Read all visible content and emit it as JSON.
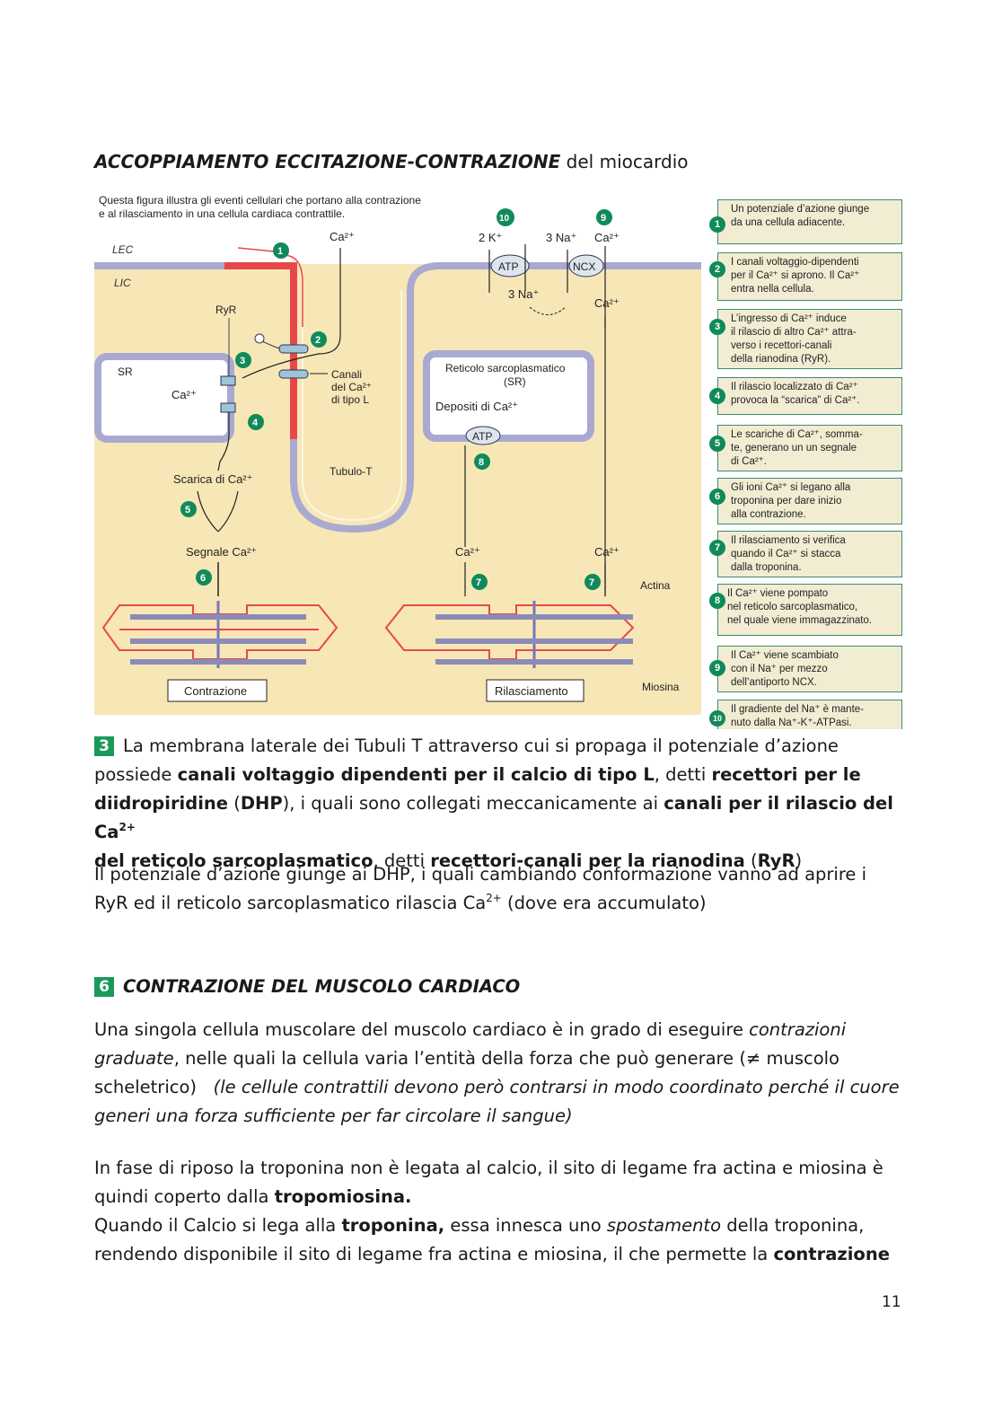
{
  "title": {
    "bold": "ACCOPPIAMENTO ECCITAZIONE-CONTRAZIONE",
    "rest": " del miocardio"
  },
  "figure": {
    "caption_line1": "Questa figura illustra gli eventi cellulari che portano alla contrazione",
    "caption_line2": "e al rilasciamento in una cellula cardiaca contrattile.",
    "lec": "LEC",
    "lic": "LIC",
    "ryr": "RyR",
    "sr": "SR",
    "ca_sr": "Ca²⁺",
    "ca_top": "Ca²⁺",
    "canali_1": "Canali",
    "canali_2": "del Ca²⁺",
    "canali_3": "di tipo L",
    "tubulo": "Tubulo-T",
    "scarica": "Scarica di Ca²⁺",
    "segnale": "Segnale Ca²⁺",
    "reticolo_1": "Reticolo sarcoplasmatico",
    "reticolo_2": "(SR)",
    "depositi": "Depositi di Ca²⁺",
    "atp_sr": "ATP",
    "k_label": "2 K⁺",
    "na3_label": "3 Na⁺",
    "ca_ncx": "Ca²⁺",
    "atp_pump": "ATP",
    "ncx": "NCX",
    "na3_in": "3 Na⁺",
    "ca_right": "Ca²⁺",
    "ca_release_left": "Ca²⁺",
    "ca_release_right": "Ca²⁺",
    "actina": "Actina",
    "miosina": "Miosina",
    "contrazione": "Contrazione",
    "rilasciamento": "Rilasciamento",
    "markers": [
      "1",
      "2",
      "3",
      "4",
      "5",
      "6",
      "7",
      "7",
      "8",
      "9",
      "10"
    ]
  },
  "legend": [
    {
      "num": "1",
      "lines": [
        "Un potenziale d’azione giunge",
        "da una cellula adiacente."
      ]
    },
    {
      "num": "2",
      "lines": [
        "I canali voltaggio-dipendenti",
        "per il Ca²⁺ si aprono. Il Ca²⁺",
        "entra nella cellula."
      ]
    },
    {
      "num": "3",
      "lines": [
        "L’ingresso di Ca²⁺ induce",
        "il rilascio di altro Ca²⁺ attra-",
        "verso i recettori-canali",
        "della rianodina (RyR)."
      ]
    },
    {
      "num": "4",
      "lines": [
        "Il rilascio localizzato di Ca²⁺",
        "provoca la “scarica” di Ca²⁺."
      ]
    },
    {
      "num": "5",
      "lines": [
        "Le scariche di Ca²⁺, somma-",
        "te, generano un un segnale",
        "di Ca²⁺."
      ]
    },
    {
      "num": "6",
      "lines": [
        "Gli ioni Ca²⁺ si legano alla",
        "troponina per dare inizio",
        "alla contrazione."
      ]
    },
    {
      "num": "7",
      "lines": [
        "Il rilasciamento si verifica",
        "quando il Ca²⁺ si stacca",
        "dalla troponina."
      ]
    },
    {
      "num": "8",
      "lines": [
        "Il Ca²⁺ viene pompato",
        "nel reticolo sarcoplasmatico,",
        "nel quale viene immagazzinato."
      ]
    },
    {
      "num": "9",
      "lines": [
        "Il Ca²⁺ viene scambiato",
        "con il Na⁺ per mezzo",
        "dell’antiporto NCX."
      ]
    },
    {
      "num": "10",
      "lines": [
        "Il gradiente del Na⁺ è mante-",
        "nuto dalla Na⁺-K⁺-ATPasi."
      ]
    }
  ],
  "section3": {
    "num": "3",
    "t1": "La membrana laterale dei Tubuli T attraverso cui si propaga il potenziale d’azione",
    "t2": "possiede ",
    "b1": "canali voltaggio dipendenti per il calcio di tipo L",
    "t3": ", detti ",
    "b2": "recettori per le",
    "b3": "diidropiridine",
    "t4": " (",
    "b4": "DHP",
    "t5": "), i quali sono collegati meccanicamente ai ",
    "b5": "canali per il rilascio del Ca",
    "sup1": "2+",
    "b6": "del reticolo sarcoplasmatico",
    "t6": ", detti ",
    "b7": "recettori-canali per la rianodina",
    "t7": " (",
    "b8": "RyR",
    "t8": ")"
  },
  "para_dhp": {
    "l1": "Il potenziale d’azione giunge ai DHP, i quali cambiando conformazione vanno ad aprire i",
    "l2a": "RyR ed il reticolo sarcoplasmatico rilascia Ca",
    "sup": "2+",
    "l2b": " (dove era accumulato)"
  },
  "section6": {
    "num": "6",
    "heading": "CONTRAZIONE DEL MUSCOLO CARDIACO"
  },
  "para_graded": {
    "l1a": "Una singola cellula muscolare del muscolo cardiaco è in grado di eseguire ",
    "l1i": "contrazioni",
    "l2i": "graduate",
    "l2b": ", nelle quali la cellula varia l’entità della forza che può generare (≠ muscolo",
    "l3a": "scheletrico)   ",
    "l3i": "(le cellule contrattili devono però contrarsi in modo coordinato perché il cuore",
    "l4i": "generi una forza sufficiente per far circolare il sangue)"
  },
  "para_rest": {
    "l1": "In fase di riposo la troponina non è legata al calcio, il sito di legame fra actina e miosina è",
    "l2a": "quindi coperto dalla ",
    "l2b": "tropomiosina.",
    "l3a": "Quando il Calcio si lega alla ",
    "l3b": "troponina,",
    "l3c": " essa innesca uno ",
    "l3i": "spostamento",
    "l3d": " della troponina,",
    "l4a": "rendendo disponibile il sito di legame fra actina e miosina, il che permette la ",
    "l4b": "contrazione"
  },
  "page_number": "11",
  "colors": {
    "membrane": "#a9a9d2",
    "cytoplasm": "#f7e7b6",
    "marker": "#118a5a",
    "depolarized": "#e8474a"
  }
}
